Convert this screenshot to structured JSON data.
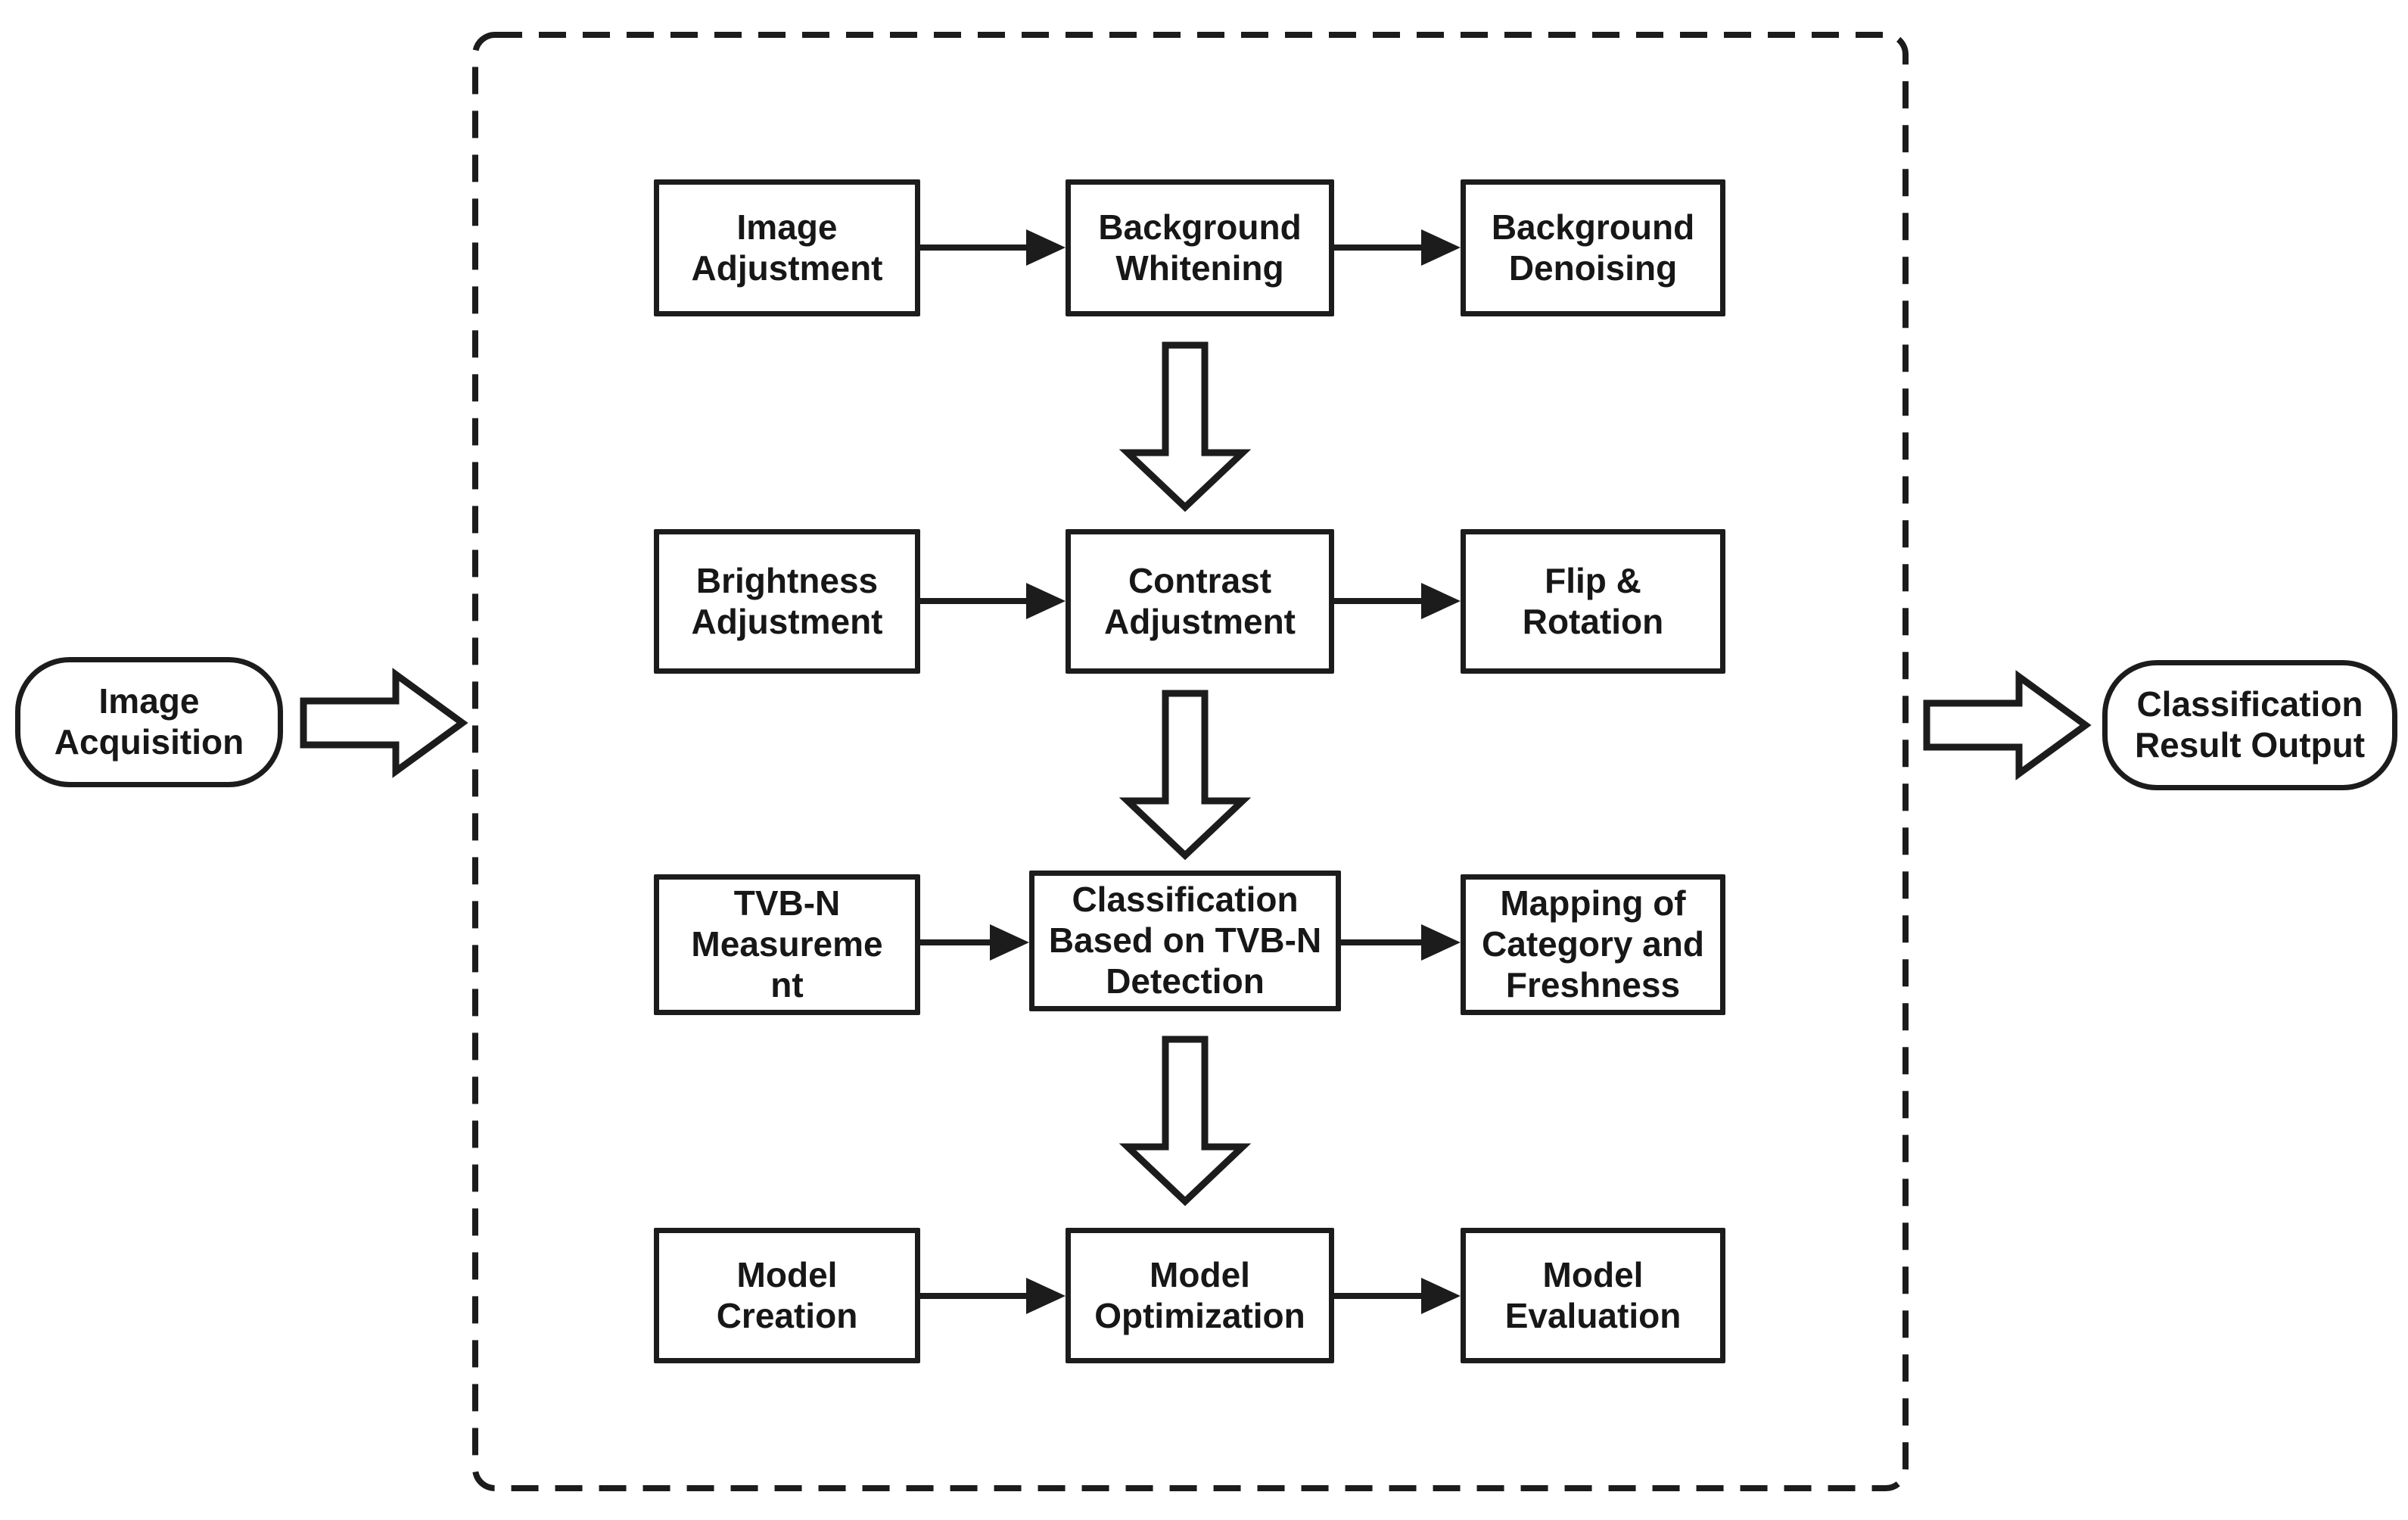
{
  "diagram": {
    "title": "Image classification pipeline flowchart",
    "colors": {
      "stroke": "#1c1c1c",
      "fill": "#ffffff",
      "text": "#171717"
    },
    "input_node": {
      "label": "Image\nAcquisition"
    },
    "output_node": {
      "label": "Classification\nResult Output"
    },
    "rows": [
      {
        "boxes": [
          {
            "label": "Image\nAdjustment"
          },
          {
            "label": "Background\nWhitening"
          },
          {
            "label": "Background\nDenoising"
          }
        ]
      },
      {
        "boxes": [
          {
            "label": "Brightness\nAdjustment"
          },
          {
            "label": "Contrast\nAdjustment"
          },
          {
            "label": "Flip &\nRotation"
          }
        ]
      },
      {
        "boxes": [
          {
            "label": "TVB-N\nMeasureme\nnt"
          },
          {
            "label": "Classification\nBased on TVB-N\nDetection"
          },
          {
            "label": "Mapping of\nCategory and\nFreshness"
          }
        ]
      },
      {
        "boxes": [
          {
            "label": "Model\nCreation"
          },
          {
            "label": "Model\nOptimization"
          },
          {
            "label": "Model\nEvaluation"
          }
        ]
      }
    ]
  }
}
